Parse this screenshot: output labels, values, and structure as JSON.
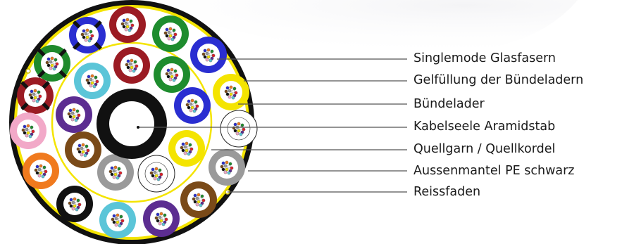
{
  "labels": [
    {
      "key": "fiber",
      "text": "Singlemode Glasfasern"
    },
    {
      "key": "gel",
      "text": "Gelfüllung der Bündeladern"
    },
    {
      "key": "tube",
      "text": "Bündelader"
    },
    {
      "key": "core",
      "text": "Kabelseele Aramidstab"
    },
    {
      "key": "swell",
      "text": "Quellgarn / Quellkordel"
    },
    {
      "key": "jacket",
      "text": "Aussenmantel PE schwarz"
    },
    {
      "key": "ripcord",
      "text": "Reissfaden"
    }
  ],
  "colors": {
    "jacket_outer": "#111111",
    "jacket_ring": "#f4e400",
    "core_ring": "#111111",
    "leader_line": "#555555"
  },
  "tubes": [
    {
      "color": "#9b1b23",
      "layer": "outer"
    },
    {
      "color": "#2a2ed1",
      "layer": "outer",
      "marked": true
    },
    {
      "color": "#1e8c2e",
      "layer": "outer"
    },
    {
      "color": "#1f8a2c",
      "layer": "outer",
      "marked": true
    },
    {
      "color": "#2a2ed1",
      "layer": "outer"
    },
    {
      "color": "#9b1b23",
      "layer": "outer",
      "marked": true
    },
    {
      "color": "#f4e400",
      "layer": "outer"
    },
    {
      "color": "#ffffff",
      "layer": "outer"
    },
    {
      "color": "#f2a9c8",
      "layer": "outer"
    },
    {
      "color": "#9a9a9a",
      "layer": "outer"
    },
    {
      "color": "#f07a1e",
      "layer": "outer"
    },
    {
      "color": "#7a4a18",
      "layer": "outer"
    },
    {
      "color": "#111111",
      "layer": "outer"
    },
    {
      "color": "#5bc5d8",
      "layer": "outer"
    },
    {
      "color": "#5c2d91",
      "layer": "outer"
    },
    {
      "color": "#5bc5d8",
      "layer": "inner"
    },
    {
      "color": "#9b1b23",
      "layer": "inner"
    },
    {
      "color": "#1e8c2e",
      "layer": "inner"
    },
    {
      "color": "#2a2ed1",
      "layer": "inner"
    },
    {
      "color": "#5c2d91",
      "layer": "inner"
    },
    {
      "color": "#f4e400",
      "layer": "inner"
    },
    {
      "color": "#7a4a18",
      "layer": "inner"
    },
    {
      "color": "#9a9a9a",
      "layer": "inner"
    },
    {
      "color": "#ffffff",
      "layer": "inner"
    }
  ],
  "fiber_colors": [
    "#2a2ed1",
    "#f07a1e",
    "#1e8c2e",
    "#7a4a18",
    "#9a9a9a",
    "#ffffff",
    "#e0202a",
    "#111111",
    "#f4e400",
    "#5c2d91",
    "#f2a9c8",
    "#5bc5d8"
  ]
}
